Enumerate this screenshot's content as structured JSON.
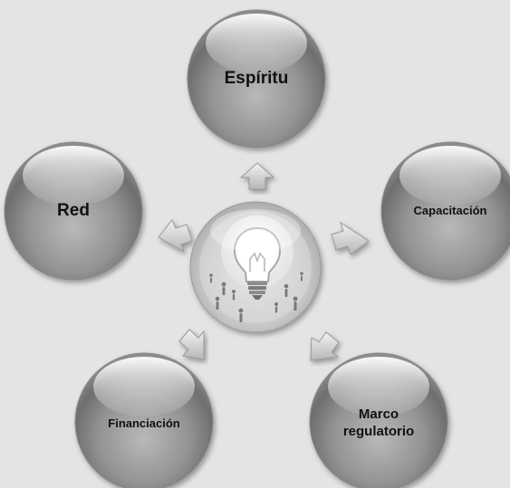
{
  "nodes": {
    "espiritu": {
      "label": "Espíritu"
    },
    "capacitacion": {
      "label": "Capacitación"
    },
    "marco": {
      "label": "Marco regulatorio"
    },
    "financiacion": {
      "label": "Financiación"
    },
    "red": {
      "label": "Red"
    }
  },
  "center": {
    "image": "lightbulb-people-icon"
  }
}
